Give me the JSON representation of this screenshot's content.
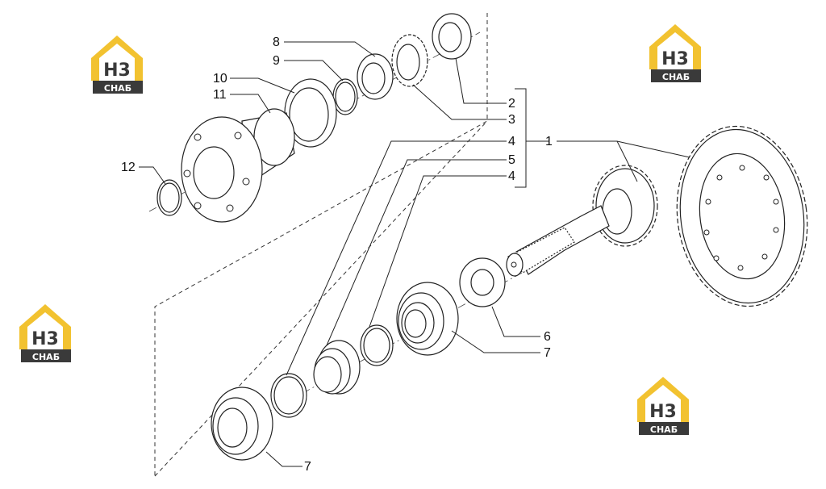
{
  "callouts": {
    "c1": "1",
    "c2": "2",
    "c3": "3",
    "c4a": "4",
    "c5": "5",
    "c4b": "4",
    "c6": "6",
    "c7a": "7",
    "c7b": "7",
    "c8": "8",
    "c9": "9",
    "c10": "10",
    "c11": "11",
    "c12": "12"
  },
  "watermark": {
    "top": "H3",
    "bottom": "СНАБ",
    "accent": "#f2c230",
    "dark": "#3a3a3a"
  },
  "colors": {
    "line": "#222222",
    "background": "#ffffff"
  }
}
